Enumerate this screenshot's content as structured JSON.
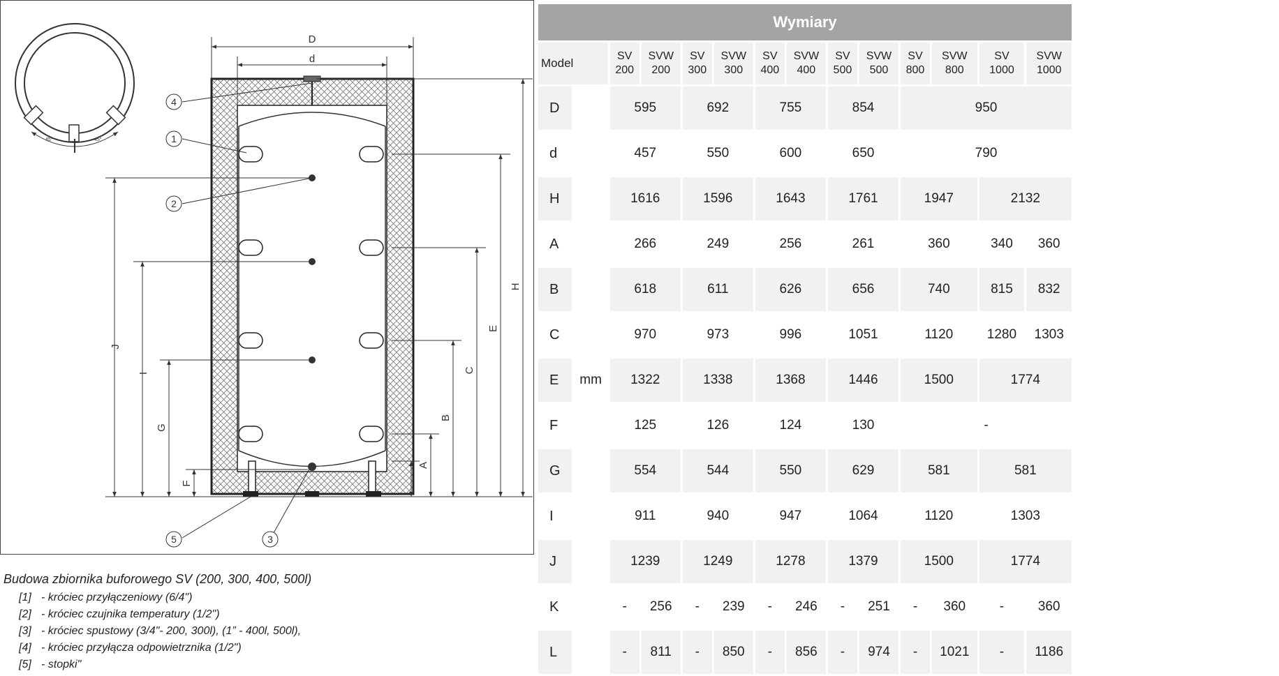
{
  "drawing": {
    "top_view_angles": [
      "45°",
      "45°"
    ],
    "dimension_labels": [
      "D",
      "d",
      "H",
      "E",
      "C",
      "B",
      "A",
      "J",
      "I",
      "G",
      "F"
    ],
    "callouts": [
      "4",
      "1",
      "2",
      "5",
      "3"
    ]
  },
  "caption": {
    "title": "Budowa zbiornika buforowego SV (200, 300, 400, 500l)",
    "items": [
      {
        "num": "[1]",
        "text": "- króciec przyłączeniowy (6/4\")"
      },
      {
        "num": "[2]",
        "text": "- króciec czujnika temperatury (1/2\")"
      },
      {
        "num": "[3]",
        "text": "- króciec spustowy (3/4\"- 200, 300l), (1” - 400l, 500l),"
      },
      {
        "num": "[4]",
        "text": "- króciec przyłącza odpowietrznika (1/2\")"
      },
      {
        "num": "[5]",
        "text": "- stopki\""
      }
    ]
  },
  "table": {
    "title": "Wymiary",
    "model_label": "Model",
    "unit": "mm",
    "columns": [
      [
        "SV",
        "200"
      ],
      [
        "SVW",
        "200"
      ],
      [
        "SV",
        "300"
      ],
      [
        "SVW",
        "300"
      ],
      [
        "SV",
        "400"
      ],
      [
        "SVW",
        "400"
      ],
      [
        "SV",
        "500"
      ],
      [
        "SVW",
        "500"
      ],
      [
        "SV",
        "800"
      ],
      [
        "SVW",
        "800"
      ],
      [
        "SV",
        "1000"
      ],
      [
        "SVW",
        "1000"
      ]
    ],
    "rows": [
      {
        "label": "D",
        "cells": [
          [
            "595",
            2
          ],
          [
            "692",
            2
          ],
          [
            "755",
            2
          ],
          [
            "854",
            2
          ],
          [
            "950",
            4
          ]
        ]
      },
      {
        "label": "d",
        "cells": [
          [
            "457",
            2
          ],
          [
            "550",
            2
          ],
          [
            "600",
            2
          ],
          [
            "650",
            2
          ],
          [
            "790",
            4
          ]
        ]
      },
      {
        "label": "H",
        "cells": [
          [
            "1616",
            2
          ],
          [
            "1596",
            2
          ],
          [
            "1643",
            2
          ],
          [
            "1761",
            2
          ],
          [
            "1947",
            2
          ],
          [
            "2132",
            2
          ]
        ]
      },
      {
        "label": "A",
        "cells": [
          [
            "266",
            2
          ],
          [
            "249",
            2
          ],
          [
            "256",
            2
          ],
          [
            "261",
            2
          ],
          [
            "360",
            2
          ],
          [
            "340",
            1
          ],
          [
            "360",
            1
          ]
        ]
      },
      {
        "label": "B",
        "cells": [
          [
            "618",
            2
          ],
          [
            "611",
            2
          ],
          [
            "626",
            2
          ],
          [
            "656",
            2
          ],
          [
            "740",
            2
          ],
          [
            "815",
            1
          ],
          [
            "832",
            1
          ]
        ]
      },
      {
        "label": "C",
        "cells": [
          [
            "970",
            2
          ],
          [
            "973",
            2
          ],
          [
            "996",
            2
          ],
          [
            "1051",
            2
          ],
          [
            "1120",
            2
          ],
          [
            "1280",
            1
          ],
          [
            "1303",
            1
          ]
        ]
      },
      {
        "label": "E",
        "cells": [
          [
            "1322",
            2
          ],
          [
            "1338",
            2
          ],
          [
            "1368",
            2
          ],
          [
            "1446",
            2
          ],
          [
            "1500",
            2
          ],
          [
            "1774",
            2
          ]
        ]
      },
      {
        "label": "F",
        "cells": [
          [
            "125",
            2
          ],
          [
            "126",
            2
          ],
          [
            "124",
            2
          ],
          [
            "130",
            2
          ],
          [
            "-",
            4
          ]
        ]
      },
      {
        "label": "G",
        "cells": [
          [
            "554",
            2
          ],
          [
            "544",
            2
          ],
          [
            "550",
            2
          ],
          [
            "629",
            2
          ],
          [
            "581",
            2
          ],
          [
            "581",
            2
          ]
        ]
      },
      {
        "label": "I",
        "cells": [
          [
            "911",
            2
          ],
          [
            "940",
            2
          ],
          [
            "947",
            2
          ],
          [
            "1064",
            2
          ],
          [
            "1120",
            2
          ],
          [
            "1303",
            2
          ]
        ]
      },
      {
        "label": "J",
        "cells": [
          [
            "1239",
            2
          ],
          [
            "1249",
            2
          ],
          [
            "1278",
            2
          ],
          [
            "1379",
            2
          ],
          [
            "1500",
            2
          ],
          [
            "1774",
            2
          ]
        ]
      },
      {
        "label": "K",
        "cells": [
          [
            "-",
            1
          ],
          [
            "256",
            1
          ],
          [
            "-",
            1
          ],
          [
            "239",
            1
          ],
          [
            "-",
            1
          ],
          [
            "246",
            1
          ],
          [
            "-",
            1
          ],
          [
            "251",
            1
          ],
          [
            "-",
            1
          ],
          [
            "360",
            1
          ],
          [
            "-",
            1
          ],
          [
            "360",
            1
          ]
        ]
      },
      {
        "label": "L",
        "cells": [
          [
            "-",
            1
          ],
          [
            "811",
            1
          ],
          [
            "-",
            1
          ],
          [
            "850",
            1
          ],
          [
            "-",
            1
          ],
          [
            "856",
            1
          ],
          [
            "-",
            1
          ],
          [
            "974",
            1
          ],
          [
            "-",
            1
          ],
          [
            "1021",
            1
          ],
          [
            "-",
            1
          ],
          [
            "1186",
            1
          ]
        ]
      }
    ]
  }
}
